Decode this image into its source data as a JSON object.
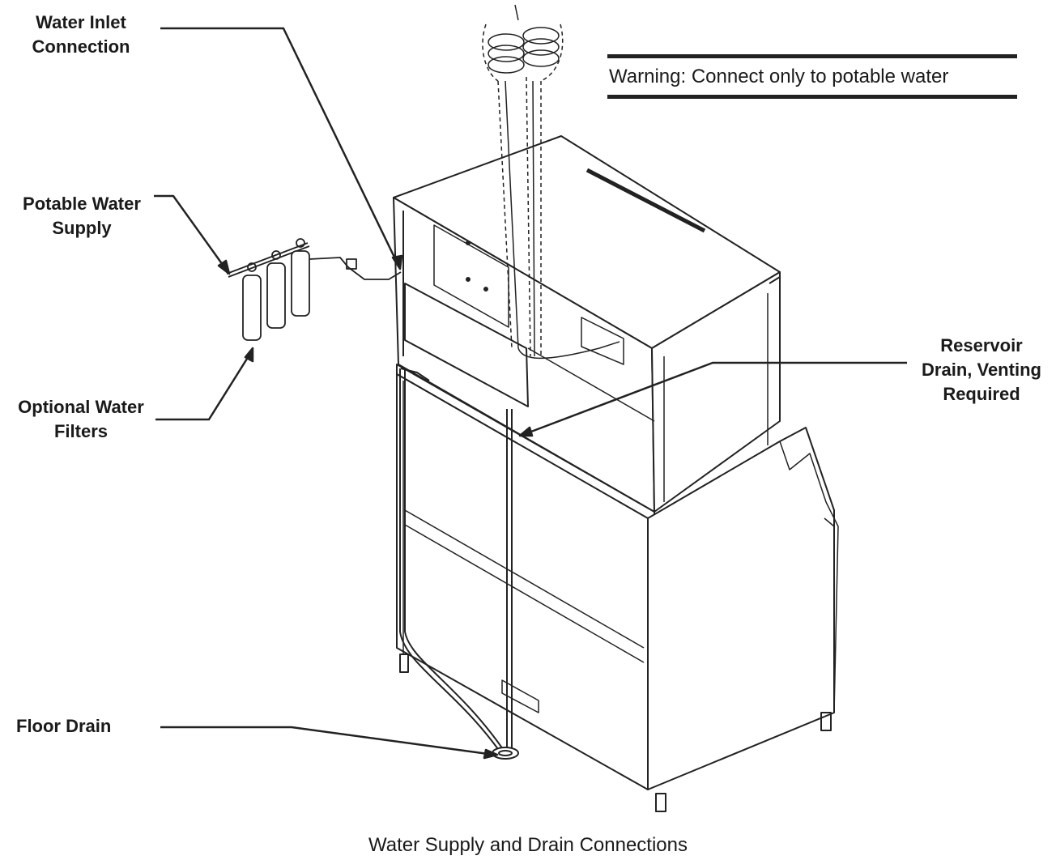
{
  "callouts": {
    "water_inlet": "Water Inlet\nConnection",
    "potable_supply": "Potable Water\nSupply",
    "optional_filters": "Optional Water\nFilters",
    "reservoir_drain": "Reservoir\nDrain, Venting\nRequired",
    "floor_drain": "Floor Drain"
  },
  "warning": "Warning: Connect only to potable water",
  "caption": "Water Supply and Drain Connections"
}
